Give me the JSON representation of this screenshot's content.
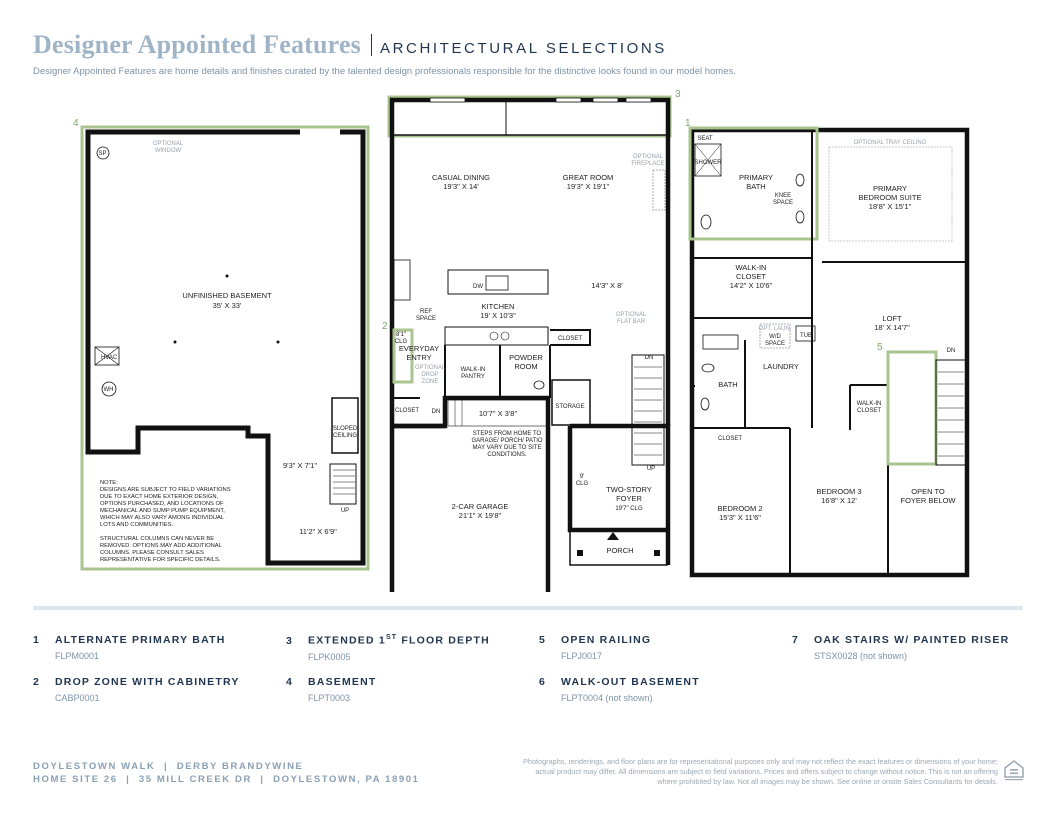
{
  "header": {
    "title": "Designer Appointed Features",
    "subtitle": "ARCHITECTURAL SELECTIONS",
    "intro": "Designer Appointed Features are home details and finishes curated by the talented design professionals responsible for the distinctive looks found in our model homes."
  },
  "plan_basement": {
    "callout": "4",
    "optional_window": [
      "OPTIONAL",
      "WINDOW"
    ],
    "sp": "SP",
    "room": "UNFINISHED BASEMENT",
    "room_dims": "35' X 33'",
    "hvac": "HVAC",
    "wh": "WH",
    "sloped": [
      "SLOPED",
      "CEILING"
    ],
    "dim_a": "9'3\" X 7'1\"",
    "dim_b": "11'2\" X 6'9\"",
    "up": "UP",
    "note": [
      "NOTE:",
      "DESIGNS ARE SUBJECT TO FIELD VARIATIONS",
      "DUE TO EXACT HOME EXTERIOR DESIGN,",
      "OPTIONS PURCHASED, AND LOCATIONS OF",
      "MECHANICAL AND SUMP PUMP EQUIPMENT,",
      "WHICH MAY ALSO VARY AMONG INDIVIDUAL",
      "LOTS AND COMMUNITIES.",
      "",
      "STRUCTURAL COLUMNS CAN NEVER BE",
      "REMOVED. OPTIONS MAY ADD ADDITIONAL",
      "COLUMNS. PLEASE CONSULT SALES",
      "REPRESENTATIVE FOR SPECIFIC DETAILS."
    ]
  },
  "plan_first": {
    "callout_3": "3",
    "callout_2": "2",
    "casual_dining": "CASUAL DINING",
    "casual_dining_dims": "19'3\" X 14'",
    "great_room": "GREAT ROOM",
    "great_room_dims": "19'3\" X 19'1\"",
    "optional_fireplace": [
      "OPTIONAL",
      "FIREPLACE"
    ],
    "dw": "DW",
    "ref_space": [
      "REF",
      "SPACE"
    ],
    "kitchen": "KITCHEN",
    "kitchen_dims": "19' X 10'3\"",
    "dims_14": "14'3\" X 8'",
    "optional_flat_bar": [
      "OPTIONAL",
      "FLAT BAR"
    ],
    "clg_81": [
      "8'1\"",
      "CLG"
    ],
    "everyday_entry": [
      "EVERYDAY",
      "ENTRY"
    ],
    "optional_drop_zone": [
      "OPTIONAL",
      "DROP",
      "ZONE"
    ],
    "walk_in_pantry": [
      "WALK-IN",
      "PANTRY"
    ],
    "powder_room": [
      "POWDER",
      "ROOM"
    ],
    "closet_a": "CLOSET",
    "closet_b": "CLOSET",
    "dn_a": "DN",
    "dn_b": "DN",
    "storage": "STORAGE",
    "hall_dims": "10'7\" X 3'8\"",
    "steps_note": [
      "STEPS FROM HOME TO",
      "GARAGE/ PORCH/ PATIO",
      "MAY VARY DUE TO SITE",
      "CONDITIONS."
    ],
    "clg_9": [
      "9'",
      "CLG"
    ],
    "up": "UP",
    "foyer": [
      "TWO-STORY",
      "FOYER"
    ],
    "foyer_dims": "19'7\" CLG",
    "garage": "2-CAR GARAGE",
    "garage_dims": "21'1\" X 19'8\"",
    "porch": "PORCH"
  },
  "plan_second": {
    "callout_1": "1",
    "callout_5": "5",
    "seat": "SEAT",
    "shower": "SHOWER",
    "primary_bath": [
      "PRIMARY",
      "BATH"
    ],
    "knee_space": [
      "KNEE",
      "SPACE"
    ],
    "optional_tray": "OPTIONAL TRAY CEILING",
    "primary_suite": [
      "PRIMARY",
      "BEDROOM SUITE"
    ],
    "primary_suite_dims": "18'8\" X 15'1\"",
    "walk_in_closet": [
      "WALK-IN",
      "CLOSET"
    ],
    "walk_in_closet_dims": "14'2\" X 10'6\"",
    "loft": "LOFT",
    "loft_dims": "18' X 14'7\"",
    "optional_wd": [
      "OPT. LAUN.",
      "W/D",
      "SPACE"
    ],
    "tub": "TUB",
    "bath": "BATH",
    "laundry": "LAUNDRY",
    "dn": "DN",
    "walk_in_closet_b": [
      "WALK-IN",
      "CLOSET"
    ],
    "closet": "CLOSET",
    "bedroom2": "BEDROOM 2",
    "bedroom2_dims": "15'3\" X 11'6\"",
    "bedroom3": "BEDROOM 3",
    "bedroom3_dims": "16'8\" X 12'",
    "open_to": [
      "OPEN TO",
      "FOYER BELOW"
    ]
  },
  "options": [
    {
      "num": "1",
      "title": "ALTERNATE PRIMARY BATH",
      "code": "FLPM0001"
    },
    {
      "num": "2",
      "title": "DROP ZONE WITH CABINETRY",
      "code": "CABP0001"
    },
    {
      "num": "3",
      "title": "EXTENDED 1",
      "sup": "ST",
      "title_end": " FLOOR DEPTH",
      "code": "FLPK0005"
    },
    {
      "num": "4",
      "title": "BASEMENT",
      "code": "FLPT0003"
    },
    {
      "num": "5",
      "title": "OPEN RAILING",
      "code": "FLPJ0017"
    },
    {
      "num": "6",
      "title": "WALK-OUT BASEMENT",
      "code": "FLPT0004 (not shown)"
    },
    {
      "num": "7",
      "title": "OAK STAIRS W/ PAINTED RISER",
      "code": "STSX0028 (not shown)"
    }
  ],
  "footer": {
    "line1": "DOYLESTOWN WALK  |  DERBY BRANDYWINE",
    "line2": "HOME SITE 26  |  35 MILL CREEK DR  |  DOYLESTOWN, PA 18901",
    "disclaimer": "Photographs, renderings, and floor plans are for representational purposes only and may not reflect the exact features or dimensions of your home; actual product may differ. All dimensions are subject to field variations. Prices and offers subject to change without notice. This is not an offering where prohibited by law. Not all images may be shown. See online or onsite Sales Consultants for details.",
    "eho_icon": "equal-housing-icon"
  },
  "colors": {
    "accent_green": "#a9c48f",
    "wall": "#111111",
    "title_blue": "#9fb4c6",
    "navy": "#1f3550"
  }
}
